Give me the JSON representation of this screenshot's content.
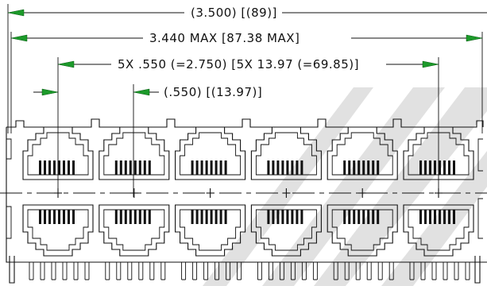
{
  "dimensions": {
    "overall": "(3.500) [(89)]",
    "max": "3.440 MAX [87.38 MAX]",
    "pitch_total": "5X .550 (=2.750) [5X 13.97 (=69.85)]",
    "pitch": "(.550) [(13.97)]"
  },
  "colors": {
    "arrow": "#1c9a2a",
    "line": "#111111",
    "watermark": "#c9c9c9"
  },
  "port_count": 6,
  "row_count": 2
}
